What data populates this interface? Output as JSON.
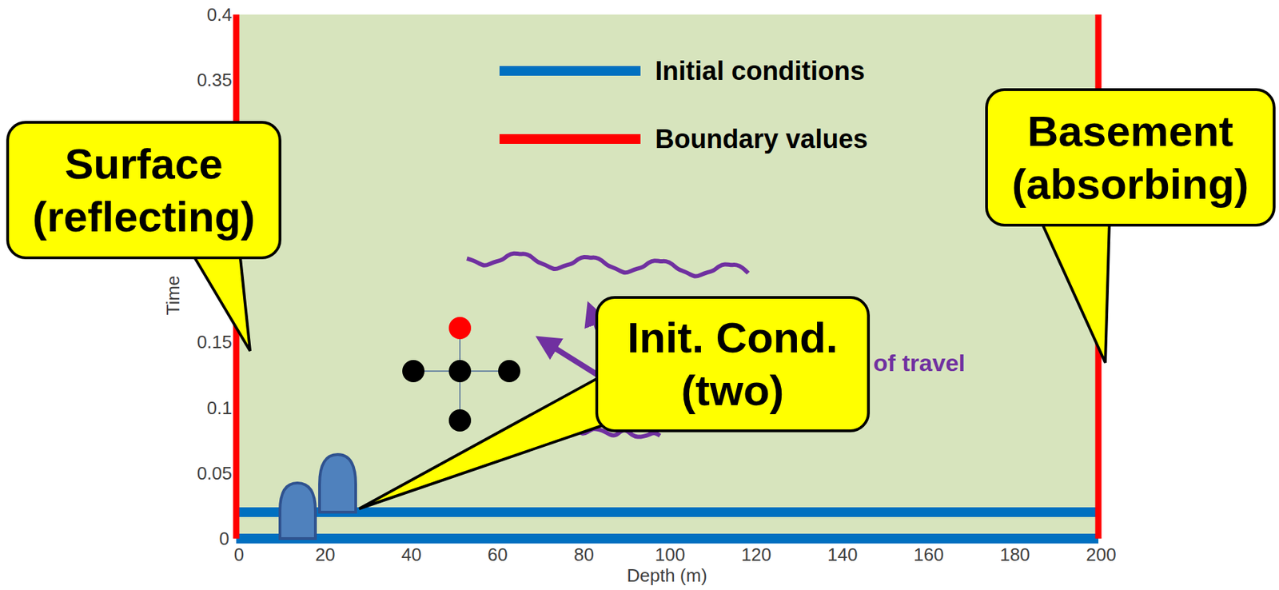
{
  "diagram": {
    "nodes": [
      {
        "text": [
          "Surface (reflecting)"
        ]
      },
      {
        "text": [
          "Basement (absorbing)"
        ]
      },
      {
        "text": [
          "Init. Cond. (two)"
        ]
      }
    ],
    "labels": [
      "0.4",
      "0.35",
      "0.15",
      "0.1",
      "0.05",
      "0",
      "0",
      "20",
      "40",
      "60",
      "80",
      "100",
      "120",
      "140",
      "160",
      "180",
      "200",
      "Time",
      "Depth (m)",
      "of travel"
    ],
    "legend": [
      {
        "text": "Initial conditions",
        "color": "#0070c0"
      },
      {
        "text": "Boundary values",
        "color": "#ff0000"
      }
    ]
  }
}
